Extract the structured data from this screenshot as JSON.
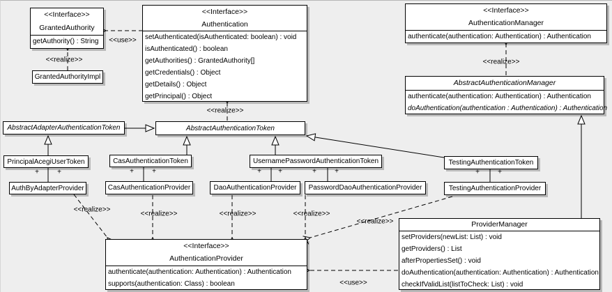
{
  "labels": {
    "use": "<<use>>",
    "realize": "<<realize>>",
    "plus": "+"
  },
  "colors": {
    "background": "#eeeeee",
    "box_fill": "#ffffff",
    "line": "#000000",
    "shadow": "#b8b8b8"
  },
  "classes": {
    "granted_authority": {
      "stereotype": "<<Interface>>",
      "name": "GrantedAuthority",
      "methods": [
        "getAuthority() : String"
      ]
    },
    "granted_authority_impl": {
      "name": "GrantedAuthorityImpl"
    },
    "authentication": {
      "stereotype": "<<Interface>>",
      "name": "Authentication",
      "methods": [
        "setAuthenticated(isAuthenticated: boolean) : void",
        "isAuthenticated() : boolean",
        "getAuthorities() : GrantedAuthority[]",
        "getCredentials() : Object",
        "getDetails() : Object",
        "getPrincipal() : Object"
      ]
    },
    "authentication_manager": {
      "stereotype": "<<Interface>>",
      "name": "AuthenticationManager",
      "methods": [
        "authenticate(authentication: Authentication) : Authentication"
      ]
    },
    "abstract_authentication_manager": {
      "name": "AbstractAuthenticationManager",
      "methods": [
        "authenticate(authentication: Authentication) : Authentication",
        "doAuthentication(authentication : Authentication) : Authentication"
      ]
    },
    "abstract_adapter_authentication_token": {
      "name": "AbstractAdapterAuthenticationToken"
    },
    "abstract_authentication_token": {
      "name": "AbstractAuthenticationToken"
    },
    "principal_acegi_user_token": {
      "name": "PrincipalAcegiUserToken"
    },
    "cas_authentication_token": {
      "name": "CasAuthenticationToken"
    },
    "username_password_authentication_token": {
      "name": "UsernamePasswordAuthenticationToken"
    },
    "testing_authentication_token": {
      "name": "TestingAuthenticationToken"
    },
    "auth_by_adapter_provider": {
      "name": "AuthByAdapterProvider"
    },
    "cas_authentication_provider": {
      "name": "CasAuthenticationProvider"
    },
    "dao_authentication_provider": {
      "name": "DaoAuthenticationProvider"
    },
    "password_dao_authentication_provider": {
      "name": "PasswordDaoAuthenticationProvider"
    },
    "testing_authentication_provider": {
      "name": "TestingAuthenticationProvider"
    },
    "authentication_provider": {
      "stereotype": "<<Interface>>",
      "name": "AuthenticationProvider",
      "methods": [
        "authenticate(authentication: Authentication) : Authentication",
        "supports(authentication: Class) : boolean"
      ]
    },
    "provider_manager": {
      "name": "ProviderManager",
      "methods": [
        "setProviders(newList: List) : void",
        "getProviders() : List",
        "afterPropertiesSet() : void",
        "doAuthentication(authentication: Authentication) : Authentication",
        "checkIfValidList(listToCheck: List) : void"
      ]
    }
  }
}
